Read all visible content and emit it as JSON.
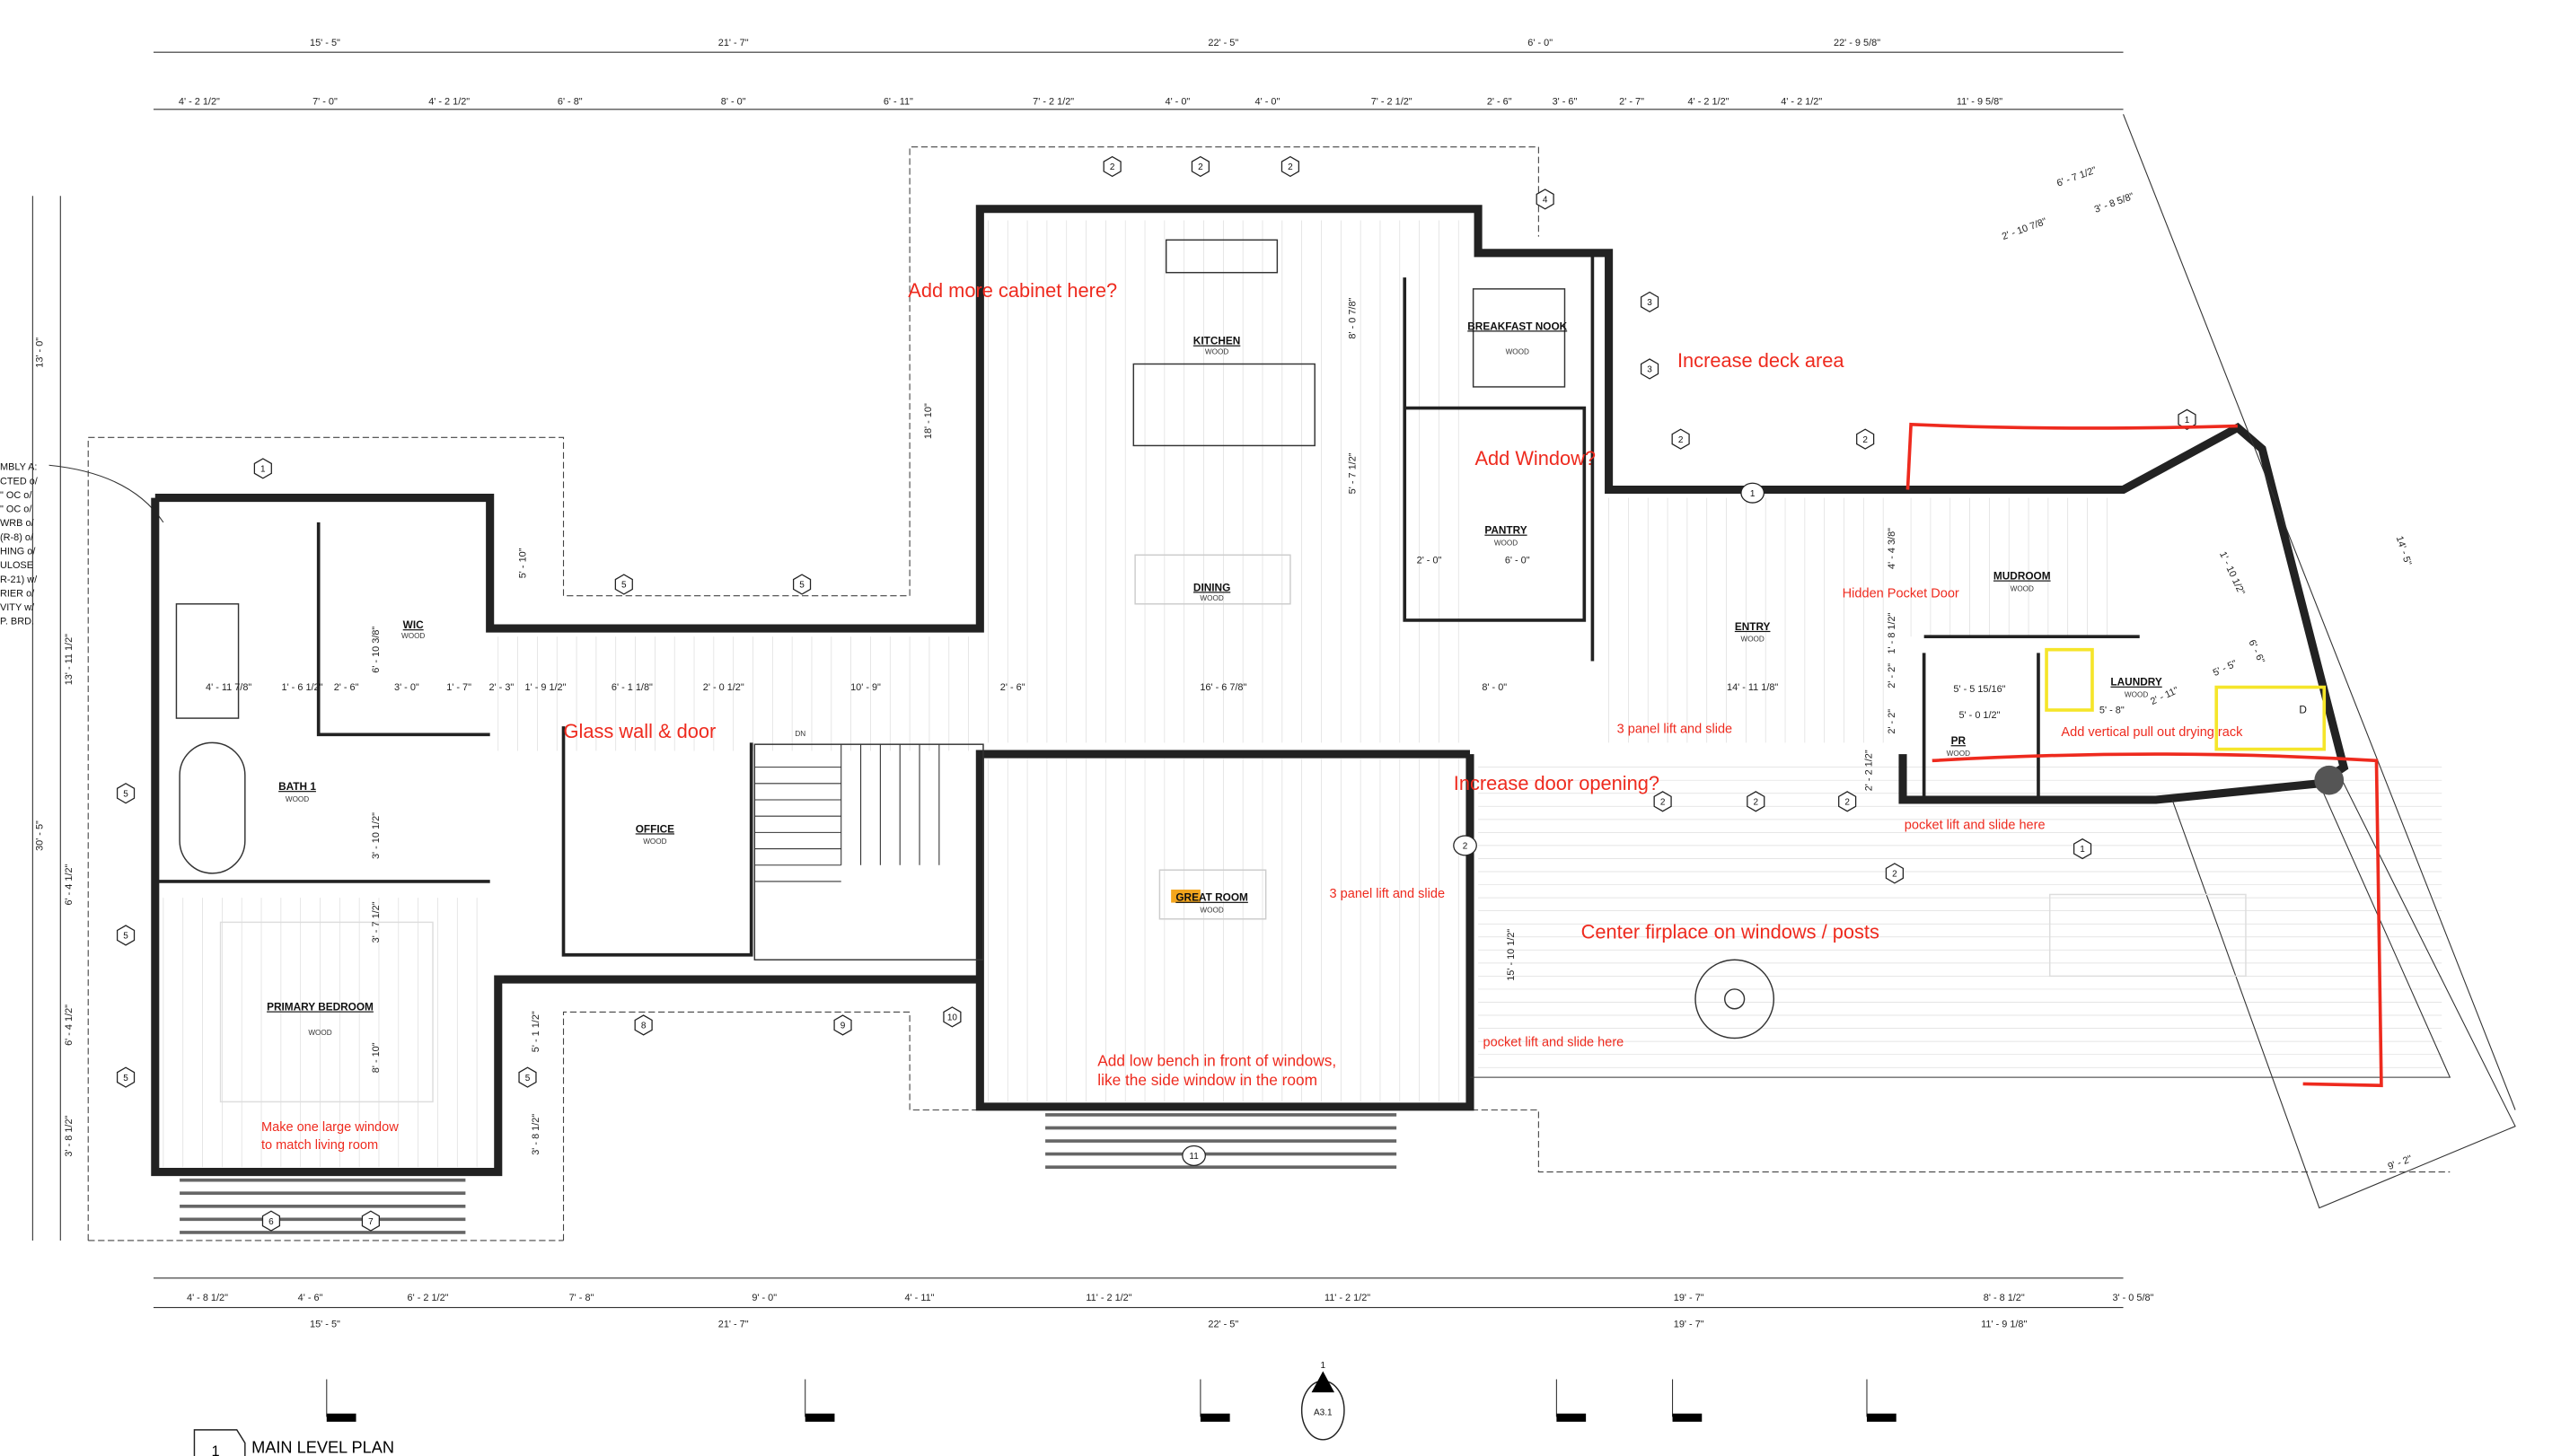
{
  "title": {
    "number": "1",
    "label": "MAIN LEVEL PLAN"
  },
  "section_marker": {
    "number": "1",
    "sheet": "A3.1"
  },
  "wall_assembly_text": [
    "MBLY A:",
    "CTED o/",
    "\" OC o/",
    "\" OC o/",
    "WRB o/",
    "(R-8) o/",
    "HING o/",
    "ULOSE",
    "R-21) w/",
    "RIER o/",
    "VITY w/",
    "P. BRD."
  ],
  "dimensions": {
    "top_overall": [
      "15' - 5\"",
      "21' - 7\"",
      "22' - 5\"",
      "6' - 0\"",
      "22' - 9 5/8\""
    ],
    "top_detail": [
      "4' - 2 1/2\"",
      "7' - 0\"",
      "4' - 2 1/2\"",
      "6' - 8\"",
      "8' - 0\"",
      "6' - 11\"",
      "7' - 2 1/2\"",
      "4' - 0\"",
      "4' - 0\"",
      "7' - 2 1/2\"",
      "2' - 6\"",
      "3' - 6\"",
      "2' - 7\"",
      "4' - 2 1/2\"",
      "4' - 2 1/2\"",
      "11' - 9 5/8\""
    ],
    "bottom_detail": [
      "4' - 8 1/2\"",
      "4' - 6\"",
      "6' - 2 1/2\"",
      "7' - 8\"",
      "9' - 0\"",
      "4' - 11\"",
      "11' - 2 1/2\"",
      "11' - 2 1/2\"",
      "19' - 7\"",
      "8' - 8 1/2\"",
      "3' - 0 5/8\""
    ],
    "bottom_overall": [
      "15' - 5\"",
      "21' - 7\"",
      "22' - 5\"",
      "19' - 7\"",
      "11' - 9 1/8\""
    ],
    "left": [
      "13' - 0\"",
      "13' - 11 1/2\"",
      "30' - 5\"",
      "6' - 4 1/2\"",
      "6' - 4 1/2\"",
      "3' - 8 1/2\""
    ],
    "interior": [
      "18' - 10\"",
      "8' - 0 7/8\"",
      "5' - 7 1/2\"",
      "5' - 10\"",
      "6' - 10 3/8\"",
      "4' - 11 7/8\"",
      "1' - 6 1/2\"",
      "2' - 6\"",
      "3' - 0\"",
      "1' - 7\"",
      "2' - 3\"",
      "1' - 9 1/2\"",
      "6' - 1 1/8\"",
      "2' - 0 1/2\"",
      "10' - 9\"",
      "2' - 6\"",
      "16' - 6 7/8\"",
      "8' - 0\"",
      "14' - 11 1/8\"",
      "2' - 0\"",
      "6' - 0\"",
      "15' - 10 1/2\"",
      "5' - 5 15/16\"",
      "5' - 0 1/2\"",
      "5' - 8\"",
      "2' - 11\"",
      "5' - 5\"",
      "6' - 6\"",
      "1' - 10 1/2\"",
      "4' - 4 3/8\"",
      "1' - 8 1/2\"",
      "2' - 2\"",
      "2' - 2\"",
      "2' - 2 1/2\"",
      "14' - 5\"",
      "6' - 7 1/2\"",
      "2' - 10 7/8\"",
      "3' - 8 5/8\"",
      "9' - 2\"",
      "5' - 1 1/2\"",
      "3' - 8 1/2\"",
      "3' - 10 1/2\"",
      "3' - 7 1/2\"",
      "8' - 10\""
    ]
  },
  "rooms": [
    {
      "name": "KITCHEN",
      "floor": "WOOD"
    },
    {
      "name": "BREAKFAST NOOK",
      "floor": "WOOD"
    },
    {
      "name": "PANTRY",
      "floor": "WOOD"
    },
    {
      "name": "DINING",
      "floor": "WOOD"
    },
    {
      "name": "WIC",
      "floor": "WOOD"
    },
    {
      "name": "ENTRY",
      "floor": "WOOD"
    },
    {
      "name": "MUDROOM",
      "floor": "WOOD"
    },
    {
      "name": "LAUNDRY",
      "floor": "WOOD"
    },
    {
      "name": "PR",
      "floor": "WOOD"
    },
    {
      "name": "BATH 1",
      "floor": "WOOD"
    },
    {
      "name": "OFFICE",
      "floor": "WOOD"
    },
    {
      "name": "GREAT ROOM",
      "floor": "WOOD"
    },
    {
      "name": "PRIMARY BEDROOM",
      "floor": "WOOD"
    }
  ],
  "stair_label": "DN",
  "appliance_label": "D",
  "annotations": [
    "Add more cabinet here?",
    "Increase deck area",
    "Add Window?",
    "Hidden Pocket Door",
    "Glass wall & door",
    "3 panel lift and slide",
    "Add vertical pull out drying rack",
    "Increase door opening?",
    "pocket lift and slide here",
    "3 panel lift and slide",
    "Center firplace on windows / posts",
    "pocket lift and slide here",
    "Add low bench in front of windows,",
    "like the side window in the room",
    "Make one large window",
    "to match living room"
  ],
  "tags": [
    "2",
    "2",
    "2",
    "4",
    "3",
    "3",
    "2",
    "2",
    "1",
    "1",
    "5",
    "5",
    "1",
    "5",
    "5",
    "5",
    "5",
    "8",
    "9",
    "10",
    "2",
    "2",
    "2",
    "2",
    "2",
    "11",
    "6",
    "7",
    "1"
  ],
  "markup_colors": {
    "annotation": "#ee2a1e",
    "highlight": "#f5e52a",
    "wall": "#222222"
  }
}
